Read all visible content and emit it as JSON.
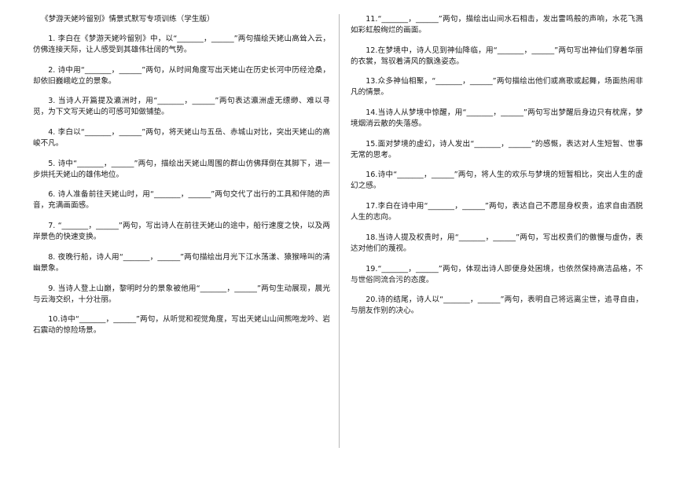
{
  "title": "《梦游天姥吟留别》情景式默写专项训练（学生版）",
  "questions_left": [
    "1.  李白在《梦游天姥吟留别》中，以“_______，______”两句描绘天姥山高耸入云，仿佛连接天际，让人感受到其雄伟壮阔的气势。",
    "2.  诗中用“_______，______”两句，从时间角度写出天姥山在历史长河中历经沧桑，却依旧巍峨屹立的景象。",
    "3.  当诗人开篇提及瀛洲时，用“_______，______”两句表达瀛洲虚无缥缈、难以寻觅，为下文写天姥山的可感可知做铺垫。",
    "4.  李白以“_______，______”两句，将天姥山与五岳、赤城山对比，突出天姥山的高峻不凡。",
    "5.  诗中“_______，______”两句，描绘出天姥山周围的群山仿佛拜倒在其脚下，进一步烘托天姥山的雄伟地位。",
    "6.  诗人准备前往天姥山时，用“_______，______”两句交代了出行的工具和伴随的声音，充满画面感。",
    "7.  “_______，______”两句，写出诗人在前往天姥山的途中，船行速度之快，以及两岸景色的快速变换。",
    "8.  夜晚行船，诗人用“_______，______”两句描绘出月光下江水荡漾、猿猴啼叫的清幽景象。",
    "9.  当诗人登上山巅，黎明时分的景象被他用“_______，______”两句生动展现，晨光与云海交织，十分壮丽。",
    "10.诗中“_______，______”两句，从听觉和视觉角度，写出天姥山山间熊咆龙吟、岩石震动的惊险场景。"
  ],
  "questions_right": [
    "11.“_______，______”两句，描绘出山间水石相击，发出雷鸣般的声响，水花飞溅如彩虹般绚烂的画面。",
    "12.在梦境中，诗人见到神仙降临，用“_______，______”两句写出神仙们穿着华丽的衣裳，驾驭着清风的飘逸姿态。",
    "13.众多神仙相聚，“_______，______”两句描绘出他们或高歌或起舞，场面热闹非凡的情景。",
    "14.当诗人从梦境中惊醒，用“_______，______”两句写出梦醒后身边只有枕席，梦境烟消云散的失落感。",
    "15.面对梦境的虚幻，诗人发出“_______，______”的感慨，表达对人生短暂、世事无常的思考。",
    "16.诗中“_______，______”两句，将人生的欢乐与梦境的短暂相比，突出人生的虚幻之感。",
    "17.李白在诗中用“_______，______”两句，表达自己不愿屈身权贵，追求自由洒脱人生的志向。",
    "18.当诗人提及权贵时，用“_______，______”两句，写出权贵们的傲慢与虚伪，表达对他们的蔑视。",
    "19.“_______，______”两句，体现出诗人即便身处困境，也依然保持高洁品格，不与世俗同流合污的态度。",
    "20.诗的结尾，诗人以“_______，______”两句，表明自己将远离尘世，追寻自由，与朋友作别的决心。"
  ]
}
